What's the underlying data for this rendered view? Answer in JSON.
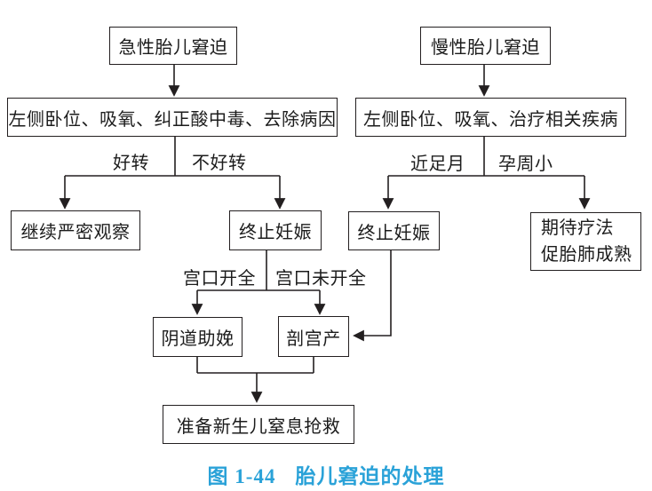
{
  "figure": {
    "fig_label": "图 1-44",
    "title": "胎儿窘迫的处理"
  },
  "nodes": {
    "acute": "急性胎儿窘迫",
    "acute_treatment": "左侧卧位、吸氧、纠正酸中毒、去除病因",
    "observe": "继续严密观察",
    "terminate_acute": "终止妊娠",
    "vaginal_delivery": "阴道助娩",
    "cesarean": "剖宫产",
    "newborn_rescue": "准备新生儿窒息抢救",
    "chronic": "慢性胎儿窘迫",
    "chronic_treatment": "左侧卧位、吸氧、治疗相关疾病",
    "terminate_chronic": "终止妊娠",
    "expectant_line1": "期待疗法",
    "expectant_line2": "促胎肺成熟"
  },
  "edge_labels": {
    "improved": "好转",
    "not_improved": "不好转",
    "near_term": "近足月",
    "small_gestation": "孕周小",
    "cervix_fully_dilated": "宫口开全",
    "cervix_not_fully_dilated": "宫口未开全"
  },
  "colors": {
    "line": "#231f20",
    "caption_blue": "#2aa2d8",
    "background": "#ffffff"
  }
}
